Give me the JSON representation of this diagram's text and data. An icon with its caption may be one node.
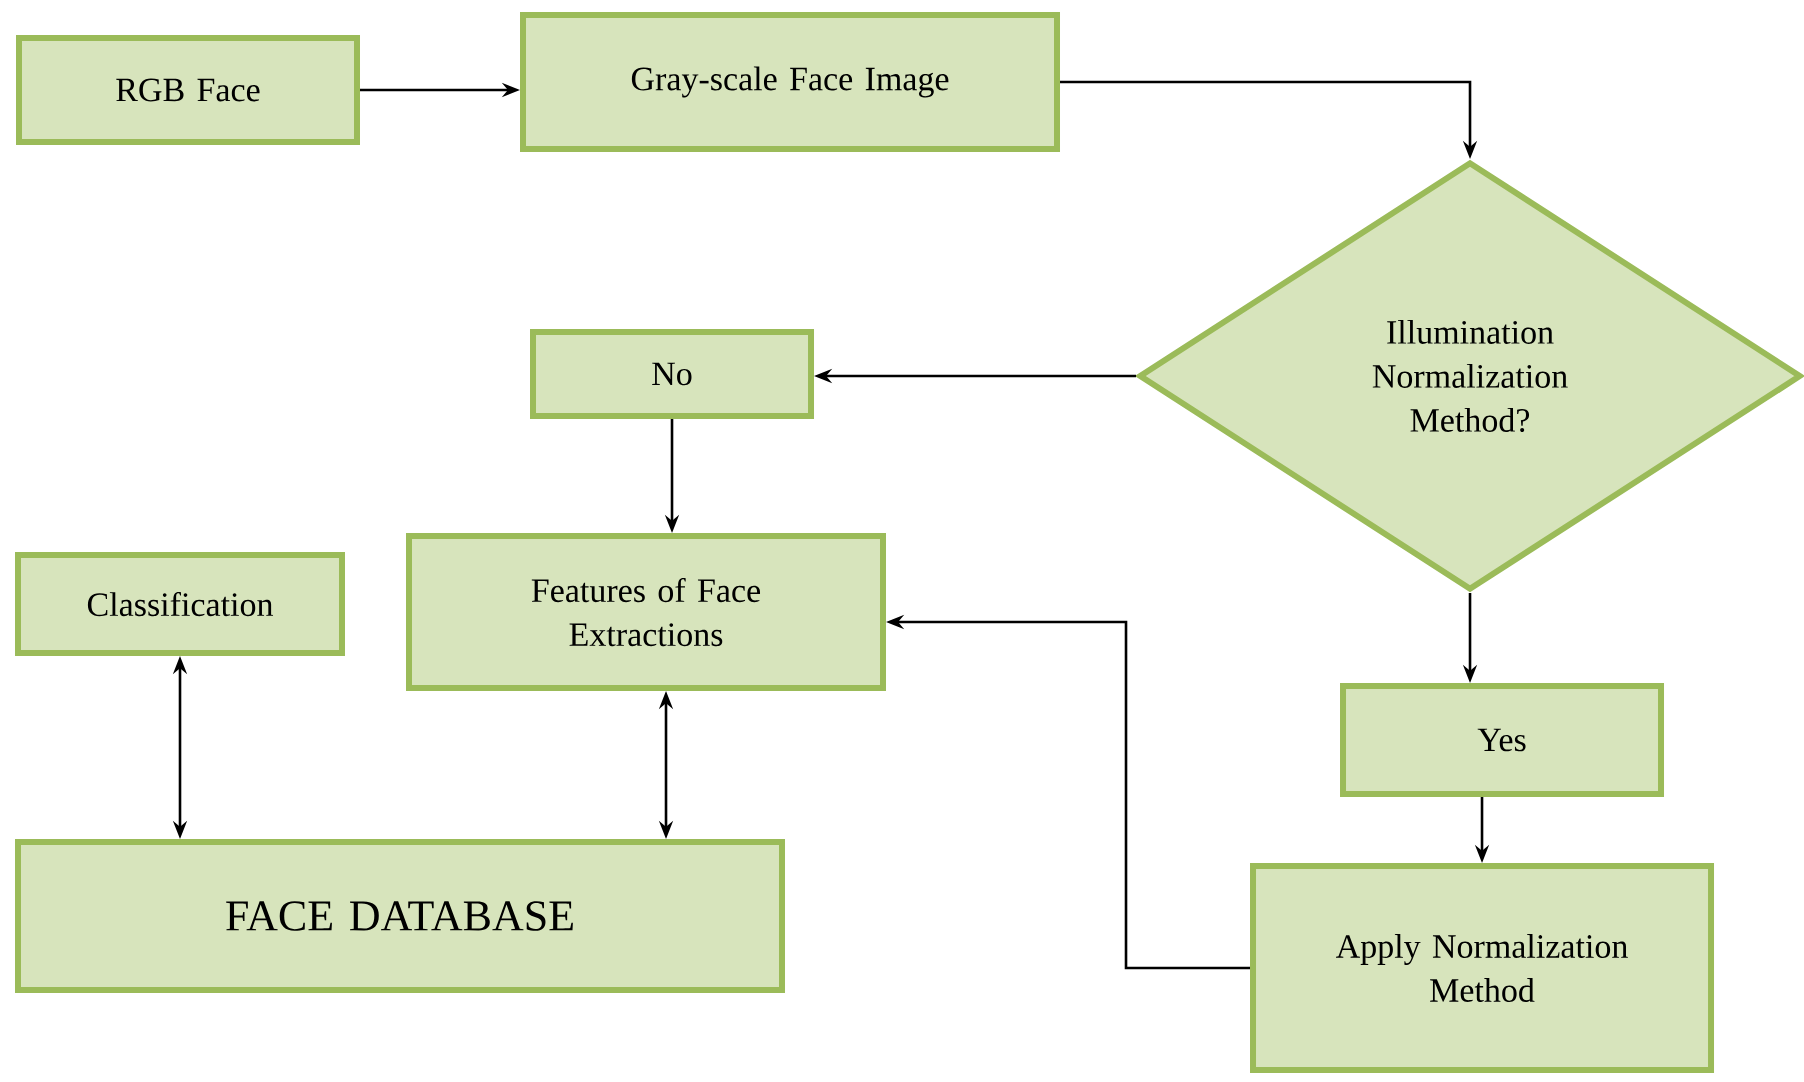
{
  "diagram": {
    "nodes": [
      {
        "text": [
          "RGB Face"
        ]
      },
      {
        "text": [
          "Gray-scale Face Image"
        ]
      },
      {
        "text": [
          "Illumination Normalization Method?"
        ]
      },
      {
        "text": [
          "No"
        ]
      },
      {
        "text": [
          "Features of Face Extractions"
        ]
      },
      {
        "text": [
          "Classification"
        ]
      },
      {
        "text": [
          "Yes"
        ]
      },
      {
        "text": [
          "FACE DATABASE"
        ]
      },
      {
        "text": [
          "Apply Normalization Method"
        ]
      }
    ],
    "edges": [
      {
        "from": 0,
        "to": 1,
        "arrow": "to"
      },
      {
        "from": 1,
        "to": 2,
        "arrow": "to"
      },
      {
        "from": 2,
        "to": 3,
        "arrow": "to"
      },
      {
        "from": 3,
        "to": 4,
        "arrow": "to"
      },
      {
        "from": 2,
        "to": 6,
        "arrow": "to"
      },
      {
        "from": 6,
        "to": 8,
        "arrow": "to"
      },
      {
        "from": 8,
        "to": 4,
        "arrow": "to"
      },
      {
        "from": 5,
        "to": 7,
        "arrow": "both"
      },
      {
        "from": 4,
        "to": 7,
        "arrow": "both"
      }
    ]
  }
}
